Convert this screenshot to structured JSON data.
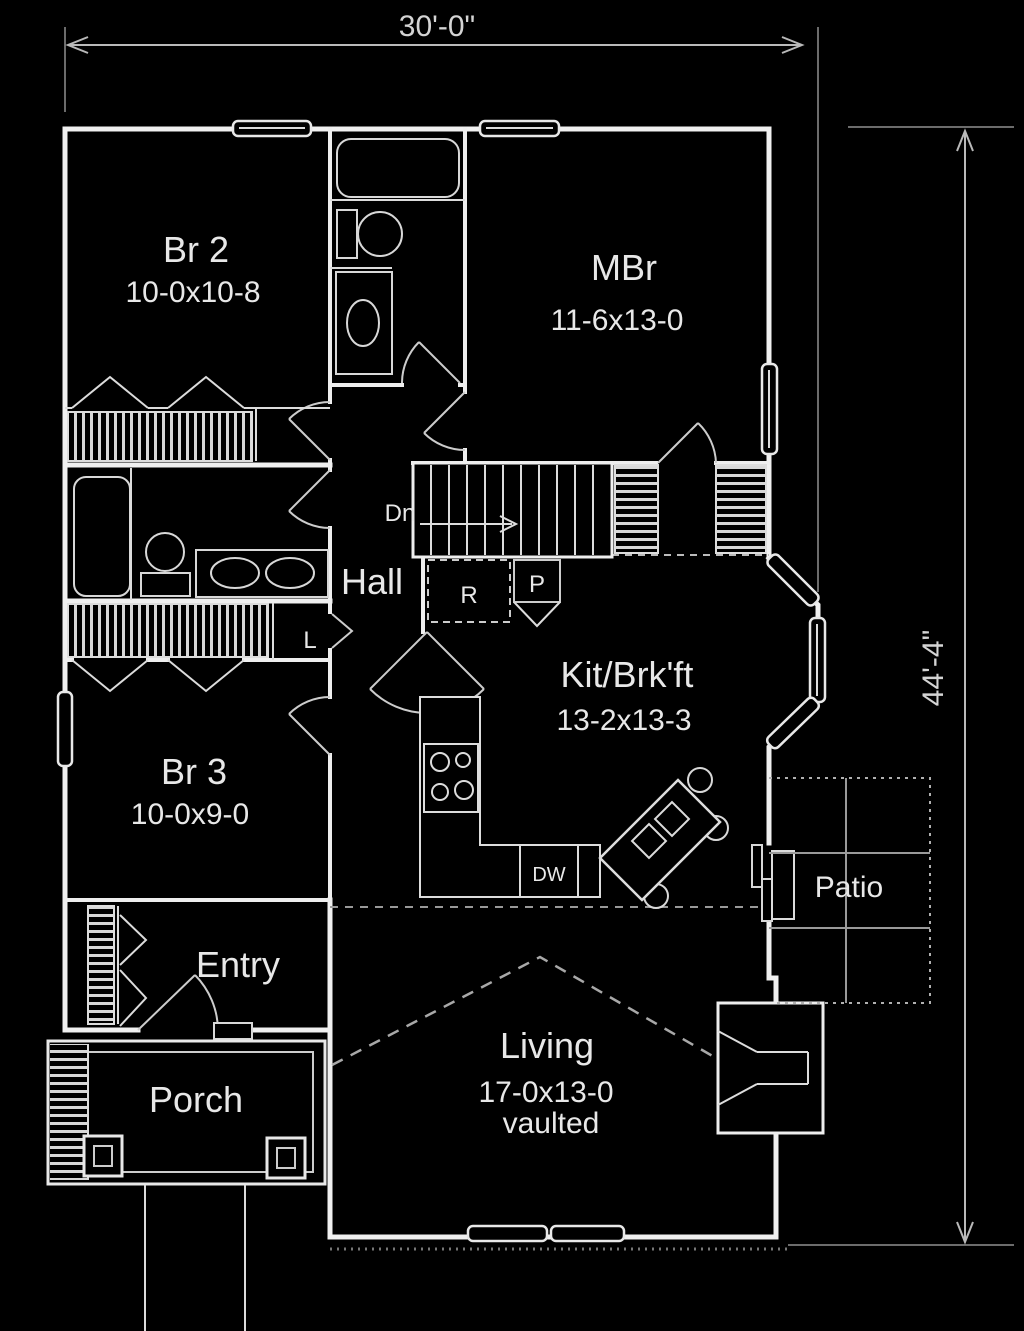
{
  "title": "house-first-floor-plan",
  "colors": {
    "background": "#000000",
    "wall_line": "#f0f0f0",
    "dimension_line": "#b9b9b9",
    "text": "#e8e8e8"
  },
  "dimensions": {
    "overall_width": "30'-0\"",
    "overall_height": "44'-4\""
  },
  "rooms": {
    "br2": {
      "name": "Br 2",
      "size": "10-0x10-8"
    },
    "mbr": {
      "name": "MBr",
      "size": "11-6x13-0"
    },
    "hall": {
      "name": "Hall"
    },
    "br3": {
      "name": "Br 3",
      "size": "10-0x9-0"
    },
    "kitchen": {
      "name": "Kit/Brk'ft",
      "size": "13-2x13-3"
    },
    "living": {
      "name": "Living",
      "size": "17-0x13-0",
      "note": "vaulted"
    },
    "entry": {
      "name": "Entry"
    },
    "porch": {
      "name": "Porch"
    },
    "patio": {
      "name": "Patio"
    }
  },
  "annotations": {
    "stairs_down": "Dn",
    "refrigerator": "R",
    "pantry": "P",
    "linen_closet": "L",
    "dishwasher": "DW"
  }
}
